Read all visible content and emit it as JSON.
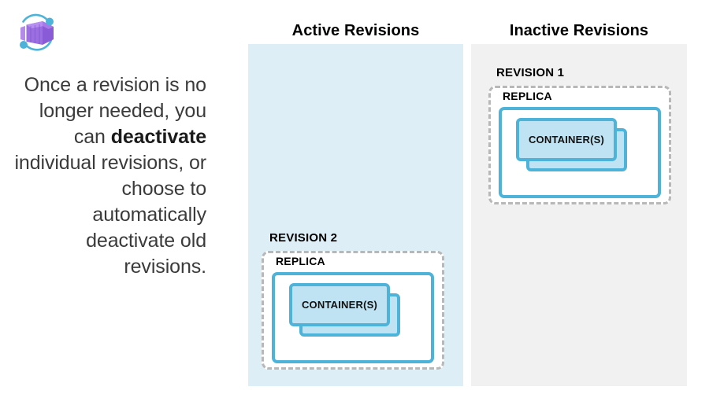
{
  "logo": {
    "name": "azure-container-apps-logo",
    "box_color": "#9b6fe0",
    "box_color_dark": "#7b4fd1",
    "orbit_color": "#4eb3d9"
  },
  "caption": {
    "lead": "Once a revision is no longer needed, you can ",
    "emphasis": "deactivate",
    "tail": " individual revisions, or choose to automatically deactivate old revisions."
  },
  "columns": {
    "active": {
      "heading": "Active Revisions",
      "panel_color": "#deeef7"
    },
    "inactive": {
      "heading": "Inactive Revisions",
      "panel_color": "#f1f1f1"
    }
  },
  "revisions": {
    "revision_1": {
      "title": "REVISION 1",
      "replica_label": "REPLICA",
      "container_label": "CONTAINER(S)",
      "state": "inactive"
    },
    "revision_2": {
      "title": "REVISION 2",
      "replica_label": "REPLICA",
      "container_label": "CONTAINER(S)",
      "state": "active"
    }
  },
  "colors": {
    "accent_blue": "#4eb3d9",
    "container_fill": "#bfe3f2",
    "dashed_border": "#b8b8b8",
    "text": "#000000",
    "body_text": "#3b3b3b"
  }
}
